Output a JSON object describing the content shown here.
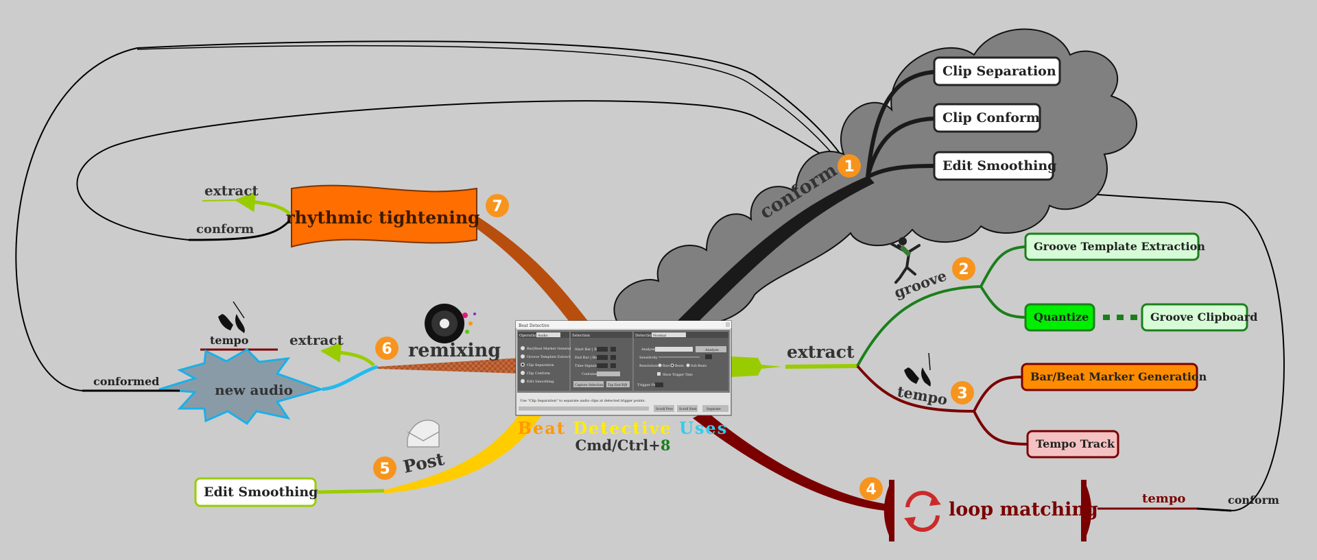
{
  "center": {
    "title_words": [
      "Beat",
      "Detective",
      "Uses"
    ],
    "title_colors": [
      "#ff9900",
      "#ffee00",
      "#33ccee"
    ],
    "shortcut_prefix": "Cmd/Ctrl+",
    "shortcut_key": "8",
    "dialog": {
      "title": "Beat Detective",
      "operation_label": "Operation",
      "operation_value": "Audio",
      "options": [
        "Bar|Beat Marker Generation",
        "Groove Template Extraction",
        "Clip Separation",
        "Clip Conform",
        "Edit Smoothing"
      ],
      "selection_label": "Selection",
      "selection_fields": [
        "Start Bar | Beat",
        "End Bar | Beat",
        "Time Signature",
        "Contains"
      ],
      "selection_buttons": [
        "Capture Selection",
        "Tap End B|B"
      ],
      "detection_label": "Detection",
      "detection_value": "Normal",
      "detection_fields": [
        "Analysis",
        "Sensitivity",
        "Resolution",
        "Trigger Pad"
      ],
      "analyze_button": "Analyze",
      "resolution_options": [
        "Bars",
        "Beats",
        "Sub-Beats"
      ],
      "show_trigger_time": "Show Trigger Time",
      "status_text": "Use \"Clip Separation\" to separate audio clips at detected trigger points.",
      "footer_buttons": [
        "Scroll Prev",
        "Scroll Next",
        "Separate"
      ]
    }
  },
  "branches": {
    "conform": {
      "label": "conform",
      "number": "1",
      "children": [
        "Clip Separation",
        "Clip Conform",
        "Edit Smoothing"
      ]
    },
    "groove": {
      "label": "groove",
      "number": "2",
      "children": [
        "Groove Template Extraction",
        "Quantize",
        "Groove Clipboard"
      ]
    },
    "extract": {
      "label": "extract"
    },
    "tempo": {
      "label": "tempo",
      "number": "3",
      "children": [
        "Bar/Beat Marker Generation",
        "Tempo Track"
      ]
    },
    "loop": {
      "number": "4",
      "label": "loop matching",
      "tempo_label": "tempo",
      "conform_label": "conform"
    },
    "post": {
      "number": "5",
      "label": "Post",
      "child": "Edit Smoothing"
    },
    "remixing": {
      "number": "6",
      "label": "remixing",
      "new_audio": "new audio",
      "extract_label": "extract",
      "tempo_label": "tempo",
      "conformed_label": "conformed"
    },
    "rhythmic": {
      "number": "7",
      "label": "rhythmic tightening",
      "extract_label": "extract",
      "conform_label": "conform"
    }
  },
  "colors": {
    "background": "#cccccc",
    "badge": "#f7941d",
    "conform_cloud": "#808080",
    "green_branch": "#1a7f1a",
    "tempo_branch": "#7a0000",
    "extract_branch": "#99cc00",
    "post_branch": "#ffcc00",
    "rhythmic_box": "#ff6e00",
    "remix_branch": "#c25b2a",
    "new_audio_burst": "#8a9ba8"
  }
}
